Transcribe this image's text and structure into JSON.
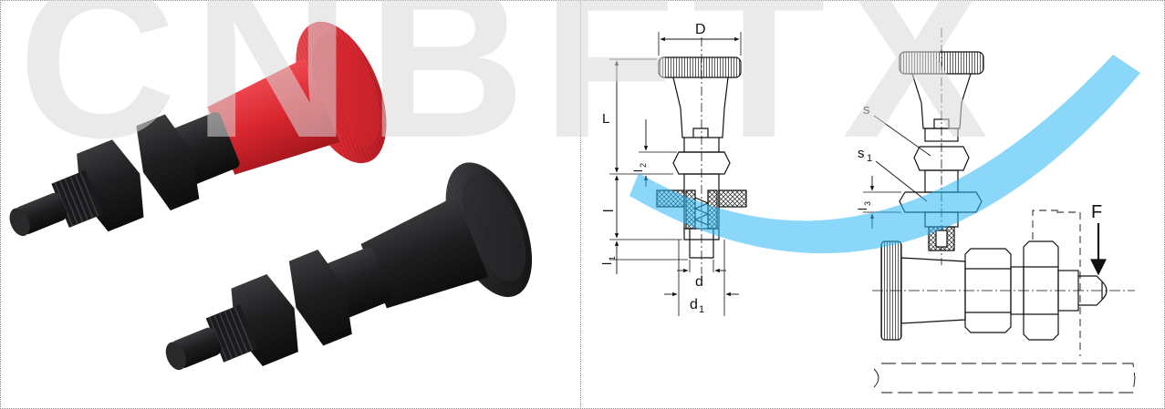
{
  "watermark": {
    "text": "CNBFTX",
    "color": "#dcdcdc",
    "swoosh_color": "#29b6f6"
  },
  "photo": {
    "products": [
      {
        "knob_color": "#e8323c",
        "body_color": "#1c1c1e"
      },
      {
        "knob_color": "#232325",
        "body_color": "#1c1c1e"
      }
    ]
  },
  "drawing": {
    "labels": {
      "D": "D",
      "L": "L",
      "l2_main": "l",
      "l2_sub": "2",
      "l": "l",
      "l1_main": "l",
      "l1_sub": "1",
      "d": "d",
      "d1_main": "d",
      "d1_sub": "1",
      "s": "s",
      "s1_main": "s",
      "s1_sub": "1",
      "l3_main": "l",
      "l3_sub": "3",
      "F": "F"
    }
  }
}
